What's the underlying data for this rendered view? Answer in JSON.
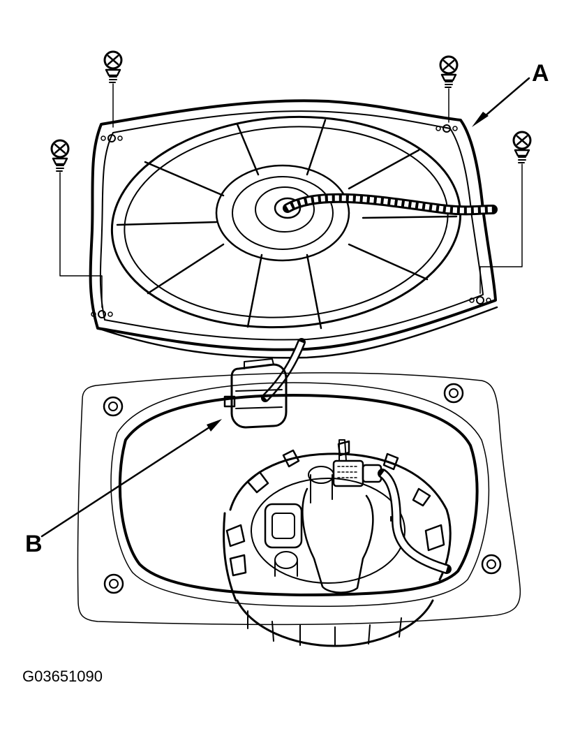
{
  "callouts": {
    "a": "A",
    "b": "B"
  },
  "figure_code": "G03651090",
  "colors": {
    "ink": "#000000",
    "paper": "#ffffff"
  }
}
